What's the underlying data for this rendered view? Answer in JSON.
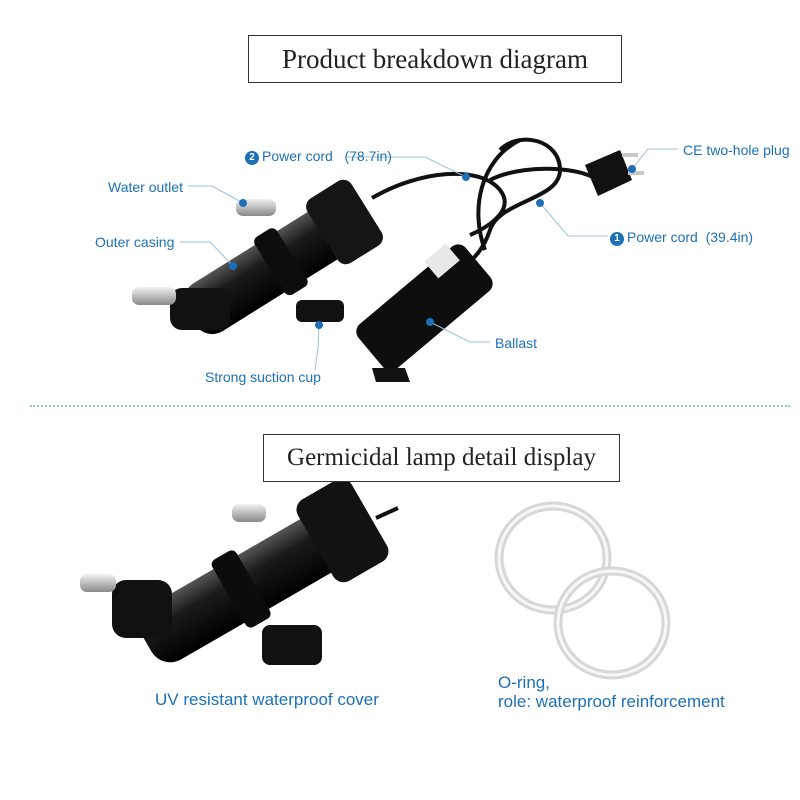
{
  "titles": {
    "breakdown": "Product breakdown diagram",
    "lamp_detail": "Germicidal lamp detail display"
  },
  "callouts": {
    "power_cord_2": {
      "number": "2",
      "label": "Power cord",
      "length": "(78.7in)"
    },
    "power_cord_1": {
      "number": "1",
      "label": "Power cord",
      "length": "(39.4in)"
    },
    "ce_plug": "CE two-hole plug",
    "water_outlet": "Water outlet",
    "outer_casing": "Outer casing",
    "ballast": "Ballast",
    "suction_cup": "Strong suction cup"
  },
  "detail_captions": {
    "uv_cover": "UV resistant waterproof cover",
    "oring_line1": "O-ring,",
    "oring_line2": "role: waterproof reinforcement"
  },
  "colors": {
    "callout": "#1d70b8",
    "divider": "#8cc9c3",
    "product": "#111111"
  }
}
